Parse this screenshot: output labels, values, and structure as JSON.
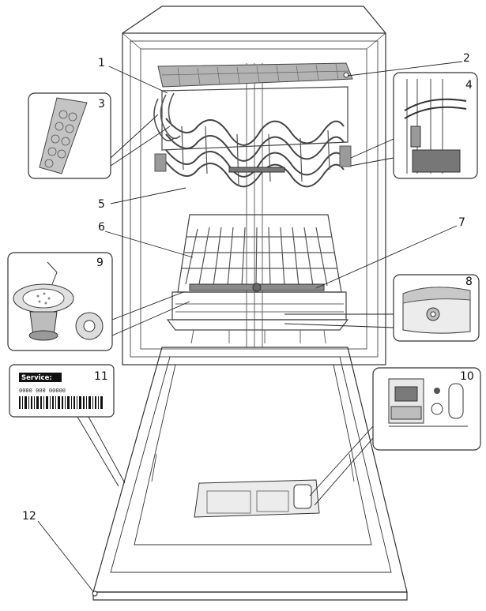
{
  "callouts": [
    {
      "label": "1",
      "part": "upper-rack"
    },
    {
      "label": "2",
      "part": "cutlery-tray"
    },
    {
      "label": "3",
      "part": "cutlery-tray-detail"
    },
    {
      "label": "4",
      "part": "rack-adjuster"
    },
    {
      "label": "5",
      "part": "upper-spray-arm"
    },
    {
      "label": "6",
      "part": "lower-rack"
    },
    {
      "label": "7",
      "part": "lower-spray-arm"
    },
    {
      "label": "8",
      "part": "salt-dispenser"
    },
    {
      "label": "9",
      "part": "filter-assembly"
    },
    {
      "label": "10",
      "part": "detergent-dispenser"
    },
    {
      "label": "11",
      "part": "rating-plate"
    },
    {
      "label": "12",
      "part": "door"
    }
  ],
  "rating_plate": {
    "service_label": "Service:",
    "service_code": "0000 000 00000"
  },
  "colors": {
    "line": "#333333",
    "rack_fill": "#9a9a9a",
    "rack_dark": "#555555",
    "light_fill": "#e6e6e6",
    "white": "#ffffff"
  }
}
